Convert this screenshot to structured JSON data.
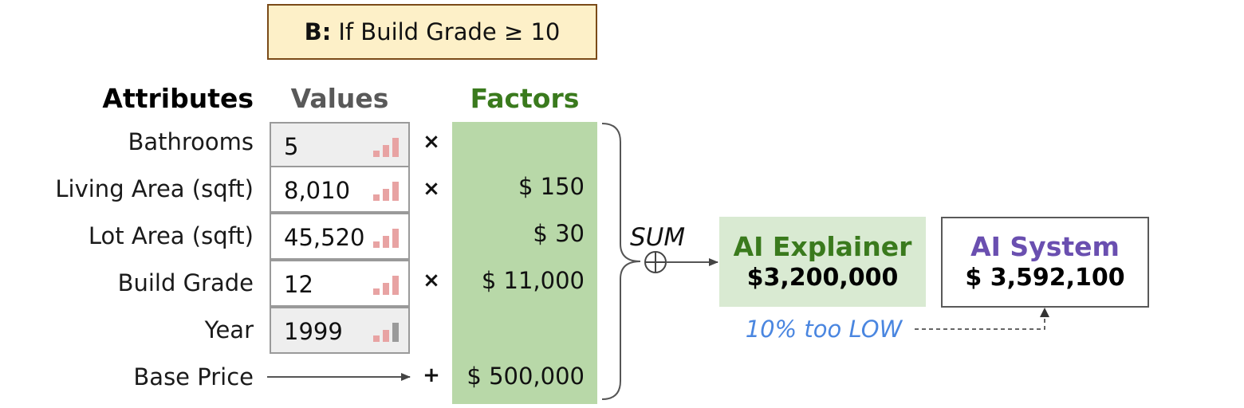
{
  "rule": {
    "prefix": "B:",
    "text": "If Build Grade ≥ 10"
  },
  "headers": {
    "attributes": "Attributes",
    "values": "Values",
    "factors": "Factors"
  },
  "rows": [
    {
      "attribute": "Bathrooms",
      "value": "5",
      "operator": "×",
      "factor": "",
      "shaded": true
    },
    {
      "attribute": "Living Area (sqft)",
      "value": "8,010",
      "operator": "×",
      "factor": "$ 150",
      "shaded": false
    },
    {
      "attribute": "Lot Area (sqft)",
      "value": "45,520",
      "operator": "",
      "factor": "$ 30",
      "shaded": false
    },
    {
      "attribute": "Build Grade",
      "value": "12",
      "operator": "×",
      "factor": "$ 11,000",
      "shaded": false
    },
    {
      "attribute": "Year",
      "value": "1999",
      "operator": "",
      "factor": "",
      "shaded": true
    }
  ],
  "base": {
    "attribute": "Base Price",
    "operator": "+",
    "factor": "$ 500,000"
  },
  "sum_label": "SUM",
  "explainer": {
    "title": "AI Explainer",
    "value": "$3,200,000"
  },
  "system": {
    "title": "AI System",
    "value": "$ 3,592,100"
  },
  "error_label": "10% too LOW",
  "colors": {
    "factor_bg": "#b8d8a8",
    "factor_header": "#3a7a1d",
    "explainer_bg": "#d9ead2",
    "system_title": "#6a4fb0",
    "error_text": "#4a86e0",
    "rule_bg": "#fdf0c8",
    "bar_pink": "#e8a3a3",
    "bar_grey": "#9a9a9a"
  }
}
